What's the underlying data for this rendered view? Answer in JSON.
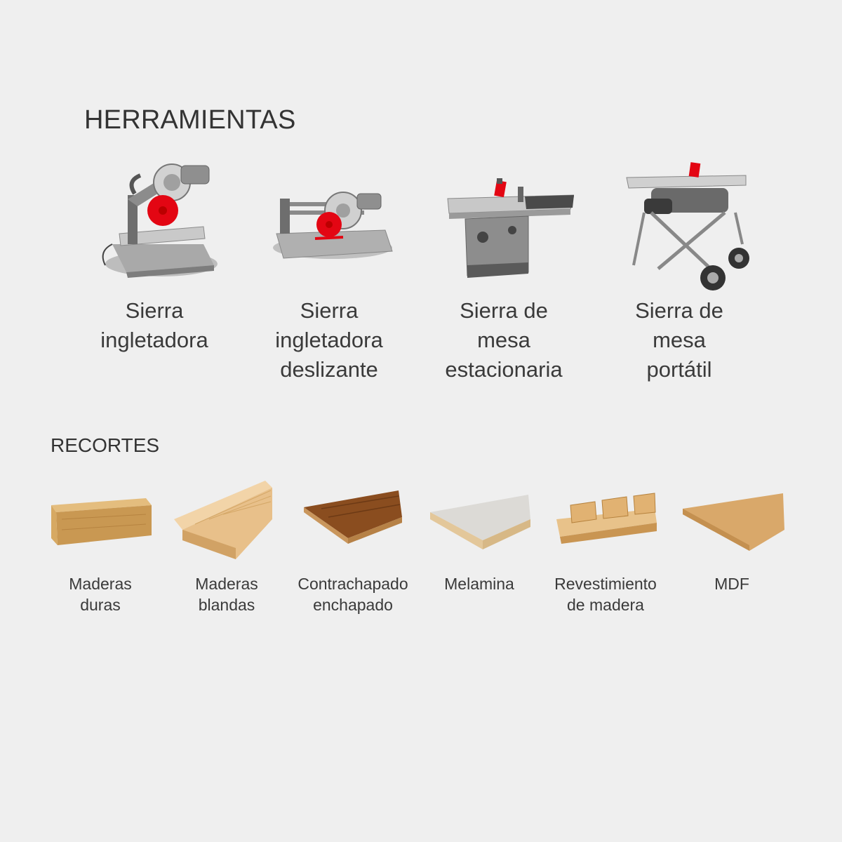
{
  "tools_section": {
    "title": "HERRAMIENTAS",
    "items": [
      {
        "label": "Sierra\ningletadora",
        "icon": "miter-saw-icon"
      },
      {
        "label": "Sierra\ningletadora\ndeslizante",
        "icon": "sliding-miter-saw-icon"
      },
      {
        "label": "Sierra de\nmesa\nestacionaria",
        "icon": "stationary-table-saw-icon"
      },
      {
        "label": "Sierra de\nmesa\nportátil",
        "icon": "portable-table-saw-icon"
      }
    ]
  },
  "cuts_section": {
    "title": "RECORTES",
    "items": [
      {
        "label": "Maderas\nduras",
        "icon": "hardwood-icon"
      },
      {
        "label": "Maderas\nblandas",
        "icon": "softwood-icon"
      },
      {
        "label": "Contrachapado\nenchapado",
        "icon": "veneered-plywood-icon"
      },
      {
        "label": "Melamina",
        "icon": "melamine-icon"
      },
      {
        "label": "Revestimiento\nde madera",
        "icon": "wood-cladding-icon"
      },
      {
        "label": "MDF",
        "icon": "mdf-icon"
      }
    ]
  },
  "colors": {
    "background": "#efefef",
    "text": "#333333",
    "blade_accent": "#e30613",
    "metal": "#9a9a9a"
  }
}
